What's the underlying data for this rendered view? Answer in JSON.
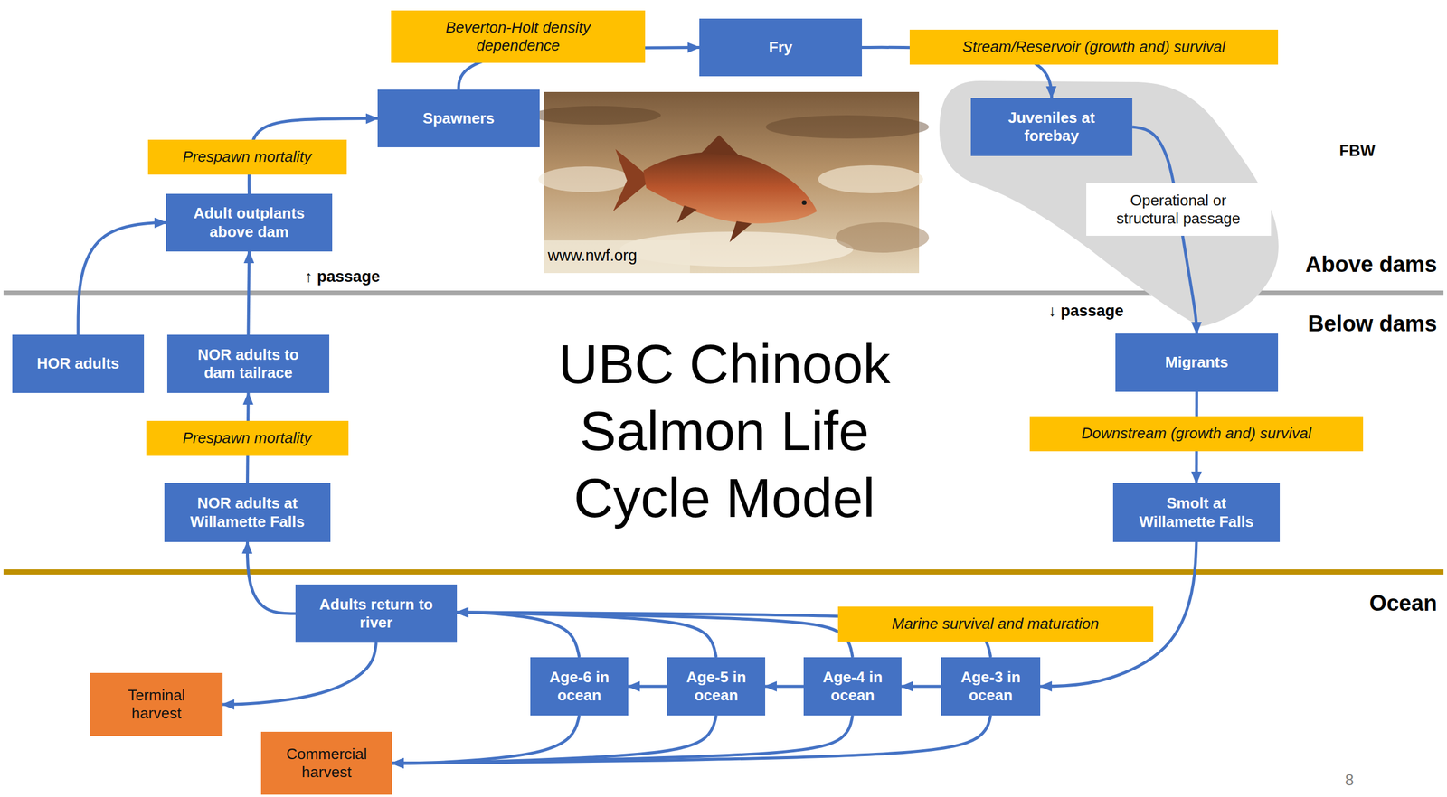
{
  "diagram": {
    "title": "UBC Chinook Salmon Life Cycle Model",
    "nodes": [
      {
        "text": [
          "Spawners"
        ]
      },
      {
        "text": [
          "Fry"
        ]
      },
      {
        "text": [
          "FBW"
        ]
      },
      {
        "text": [
          "Juveniles at forebay"
        ],
        "in": 2
      },
      {
        "text": [
          "Adult outplants above dam"
        ]
      },
      {
        "text": [
          "HOR adults"
        ]
      },
      {
        "text": [
          "NOR adults to dam tailrace"
        ]
      },
      {
        "text": [
          "Migrants"
        ]
      },
      {
        "text": [
          "NOR adults at Willamette Falls"
        ]
      },
      {
        "text": [
          "Smolt at Willamette Falls"
        ]
      },
      {
        "text": [
          "Adults return to river"
        ]
      },
      {
        "text": [
          "Terminal harvest"
        ]
      },
      {
        "text": [
          "Age-6 in ocean"
        ]
      },
      {
        "text": [
          "Age-5 in ocean"
        ]
      },
      {
        "text": [
          "Age-4 in ocean"
        ]
      },
      {
        "text": [
          "Age-3 in ocean"
        ]
      },
      {
        "text": [
          "Commercial harvest"
        ]
      }
    ],
    "edges": [
      {
        "from": 0,
        "to": 1,
        "arrow": "to",
        "label": "Beverton-Holt density dependence"
      },
      {
        "from": 1,
        "to": 3,
        "arrow": "to",
        "label": "Stream/Reservoir (growth and) survival"
      },
      {
        "from": 3,
        "to": 7,
        "arrow": "to",
        "label": "Operational or structural passage"
      },
      {
        "from": 7,
        "to": 9,
        "arrow": "to",
        "label": "Downstream (growth and) survival"
      },
      {
        "from": 9,
        "to": 15,
        "arrow": "to"
      },
      {
        "from": 15,
        "to": 14,
        "arrow": "to"
      },
      {
        "from": 14,
        "to": 13,
        "arrow": "to"
      },
      {
        "from": 13,
        "to": 12,
        "arrow": "to"
      },
      {
        "from": 15,
        "to": 10,
        "arrow": "to",
        "label": "Marine survival and maturation"
      },
      {
        "from": 14,
        "to": 10,
        "arrow": "to"
      },
      {
        "from": 13,
        "to": 10,
        "arrow": "to"
      },
      {
        "from": 12,
        "to": 10,
        "arrow": "to"
      },
      {
        "from": 15,
        "to": 16,
        "arrow": "to"
      },
      {
        "from": 14,
        "to": 16,
        "arrow": "to"
      },
      {
        "from": 13,
        "to": 16,
        "arrow": "to"
      },
      {
        "from": 12,
        "to": 16,
        "arrow": "to"
      },
      {
        "from": 10,
        "to": 11,
        "arrow": "to"
      },
      {
        "from": 10,
        "to": 8,
        "arrow": "to"
      },
      {
        "from": 8,
        "to": 6,
        "arrow": "to",
        "label": "Prespawn mortality"
      },
      {
        "from": 6,
        "to": 4,
        "arrow": "to"
      },
      {
        "from": 5,
        "to": 4,
        "arrow": "to"
      },
      {
        "from": 4,
        "to": 0,
        "arrow": "to",
        "label": "Prespawn mortality"
      }
    ],
    "labels": [
      "↑ passage",
      "↓ passage",
      "Above dams",
      "Below dams",
      "Ocean",
      "www.nwf.org",
      "8"
    ]
  }
}
